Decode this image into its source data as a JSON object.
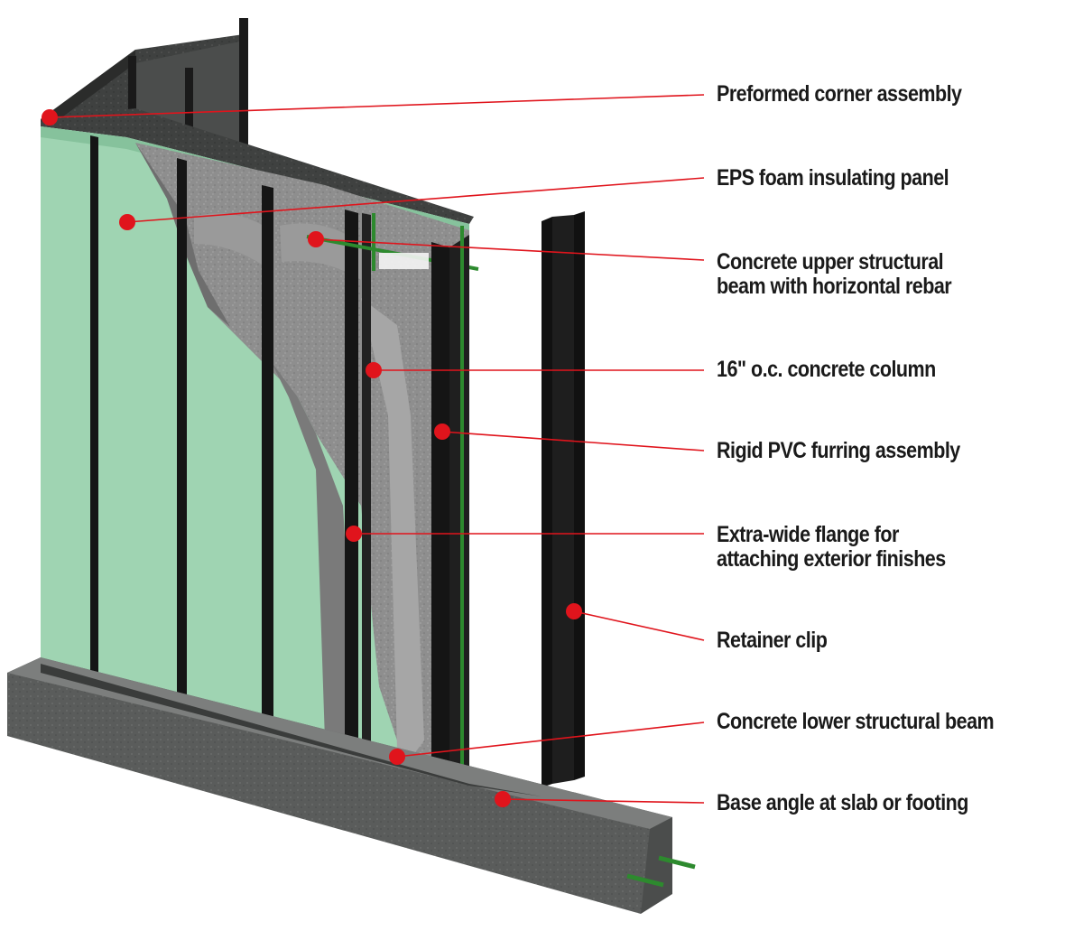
{
  "accent_color": "#e0141c",
  "callouts": [
    {
      "id": "preformed-corner-assembly",
      "text": "Preformed corner assembly"
    },
    {
      "id": "eps-foam-insulating-panel",
      "text": "EPS foam insulating panel"
    },
    {
      "id": "concrete-upper-structural-beam",
      "line1": "Concrete upper structural",
      "line2": "beam with horizontal rebar"
    },
    {
      "id": "concrete-column",
      "text": "16\" o.c. concrete column"
    },
    {
      "id": "rigid-pvc-furring-assembly",
      "text": "Rigid PVC furring assembly"
    },
    {
      "id": "extra-wide-flange",
      "line1": "Extra-wide flange for",
      "line2": "attaching exterior finishes"
    },
    {
      "id": "retainer-clip",
      "text": "Retainer clip"
    },
    {
      "id": "concrete-lower-structural-beam",
      "text": "Concrete lower structural beam"
    },
    {
      "id": "base-angle",
      "text": "Base angle at slab or footing"
    }
  ]
}
